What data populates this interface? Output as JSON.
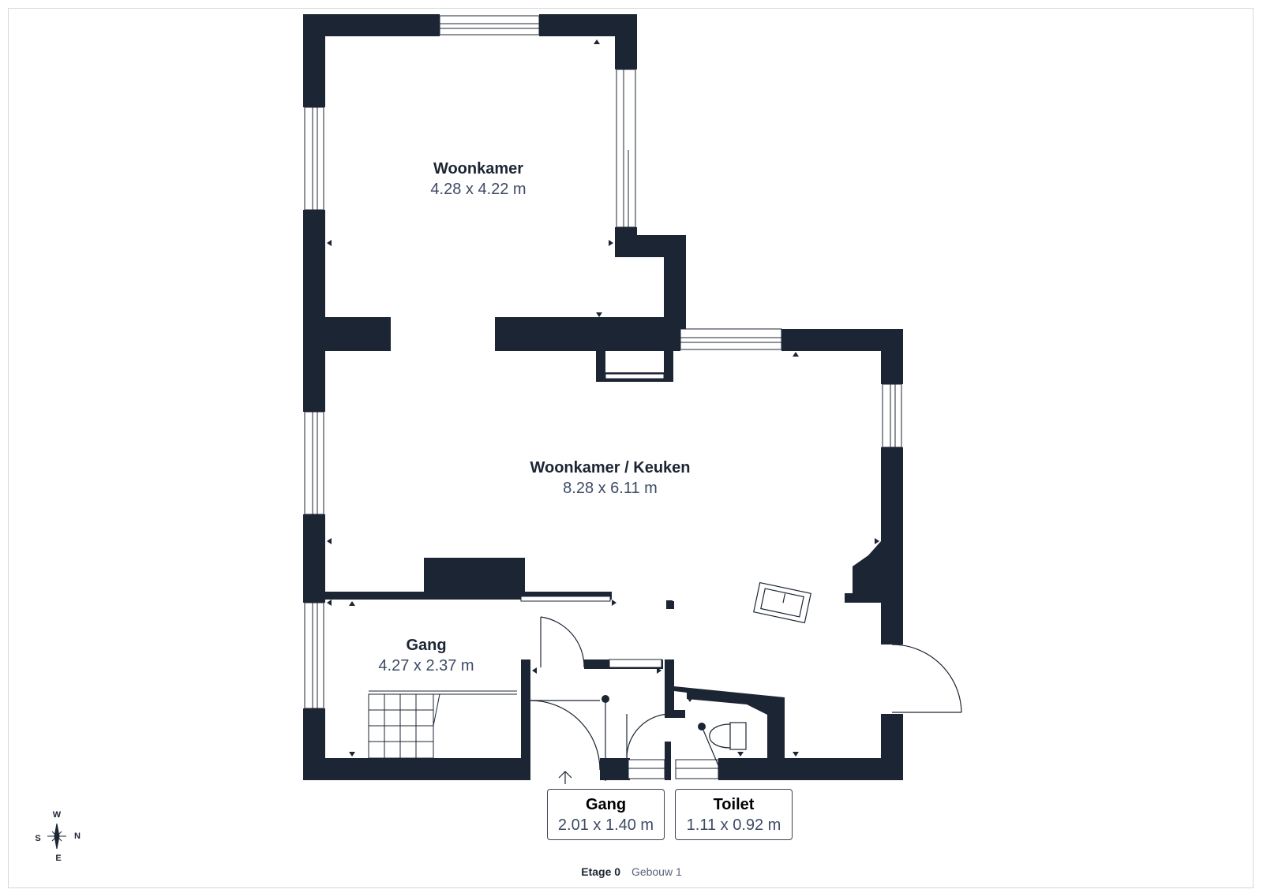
{
  "rooms": [
    {
      "name": "Woonkamer",
      "dimensions": "4.28 x 4.22 m"
    },
    {
      "name": "Woonkamer / Keuken",
      "dimensions": "8.28 x 6.11 m"
    },
    {
      "name": "Gang",
      "dimensions": "4.27 x 2.37 m"
    }
  ],
  "callouts": [
    {
      "name": "Gang",
      "dimensions": "2.01 x 1.40 m"
    },
    {
      "name": "Toilet",
      "dimensions": "1.11 x 0.92 m"
    }
  ],
  "footer": {
    "floor": "Etage 0",
    "building": "Gebouw 1"
  },
  "compass": {
    "top": "W",
    "right": "N",
    "bottom": "E",
    "left": "S"
  },
  "colors": {
    "wall": "#1c2533",
    "text": "#1c2533",
    "dimension_text": "#3e4b66",
    "frame": "#d4d7dc"
  },
  "icons": [
    "compass-rose-icon",
    "entrance-arrow-icon"
  ]
}
